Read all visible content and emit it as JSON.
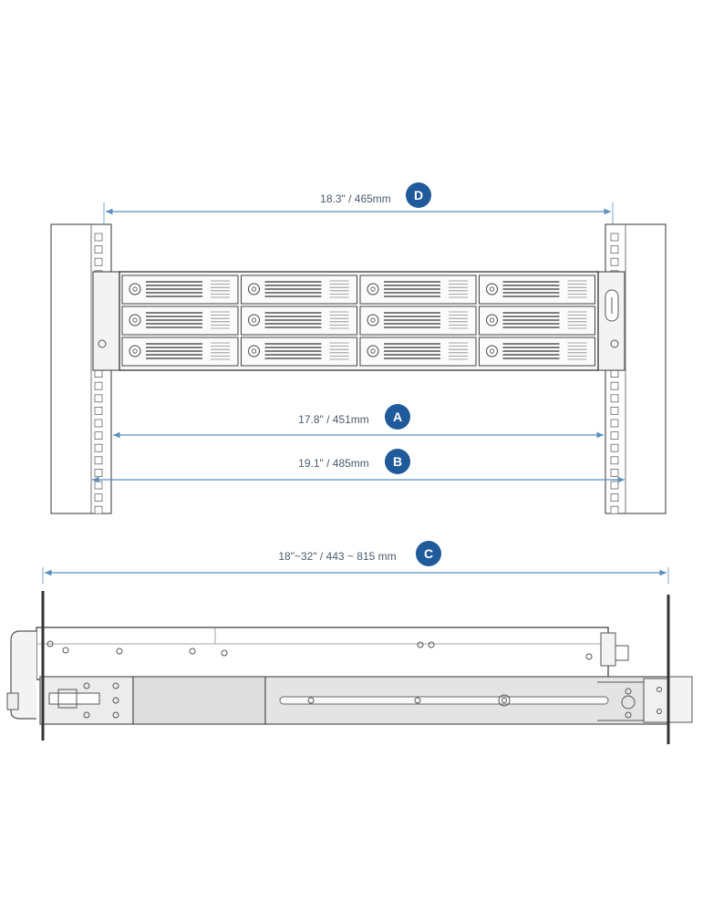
{
  "dimensions": {
    "d": {
      "label": "18.3\" / 465mm",
      "badge": "D"
    },
    "a": {
      "label": "17.8\" / 451mm",
      "badge": "A"
    },
    "b": {
      "label": "19.1\" / 485mm",
      "badge": "B"
    },
    "c": {
      "label": "18\"~32\" / 443 ~ 815 mm",
      "badge": "C"
    }
  },
  "colors": {
    "dimension_line": "#5b8fbd",
    "badge": "#1f5a9a",
    "outline": "#555555",
    "rail_fill": "#e2e2e2",
    "post": "#333333"
  },
  "drive_bays": {
    "rows": 3,
    "columns": 4
  }
}
